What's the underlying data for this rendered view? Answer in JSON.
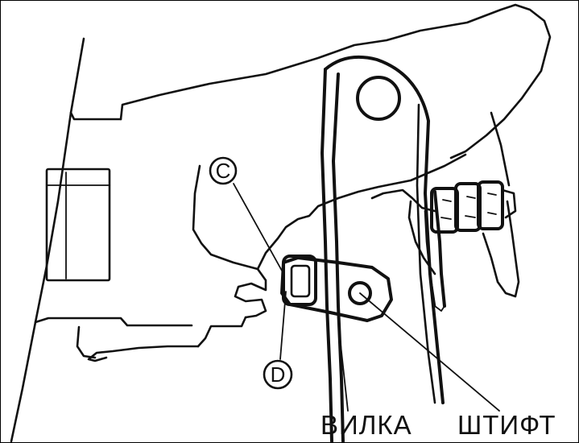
{
  "callouts": {
    "c": "C",
    "d": "D"
  },
  "labels": {
    "fork": "ВИЛКА",
    "pin": "ШТИФТ"
  },
  "colors": {
    "line": "#111111",
    "background": "#ffffff"
  }
}
